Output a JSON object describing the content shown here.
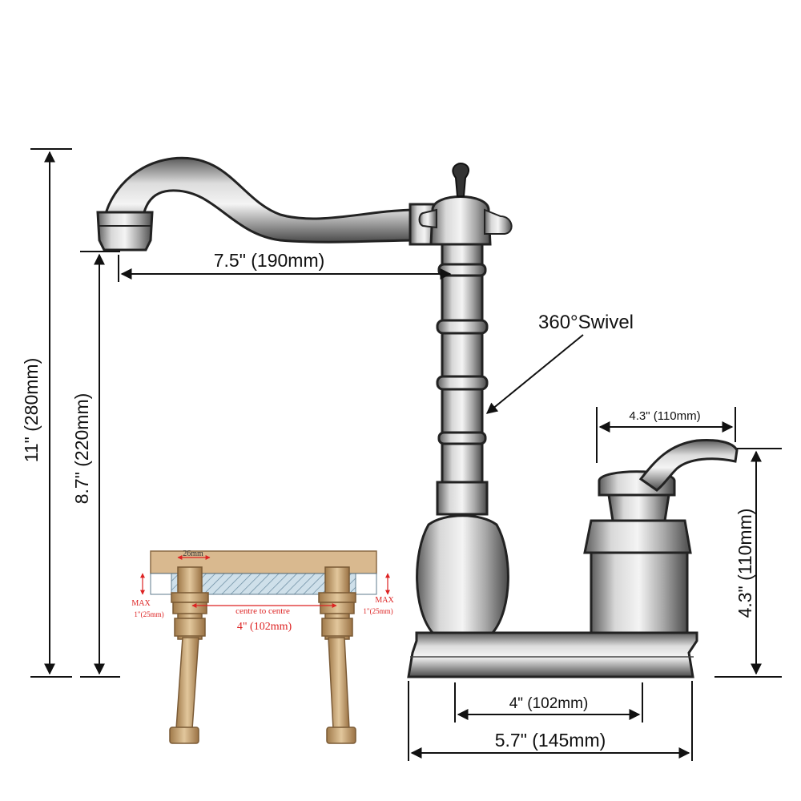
{
  "labels": {
    "total_height": "11\" (280mm)",
    "spout_height": "8.7\" (220mm)",
    "spout_reach": "7.5\" (190mm)",
    "swivel": "360°Swivel",
    "handle_width": "4.3\" (110mm)",
    "handle_height": "4.3\" (110mm)",
    "centre_spacing": "4\" (102mm)",
    "base_width": "5.7\" (145mm)"
  },
  "install_diagram": {
    "gap_label": "26mm",
    "centre_text": "centre to centre",
    "centre_value": "4\"  (102mm)",
    "max_left": "MAX",
    "max_left_value": "1\"(25mm)",
    "max_right": "MAX",
    "max_right_value": "1\"(25mm)"
  },
  "colors": {
    "chrome": "#c8c8c8",
    "chrome_dark": "#6e6e6e",
    "brass": "#c9a678",
    "annotation_red": "#dd2222"
  }
}
